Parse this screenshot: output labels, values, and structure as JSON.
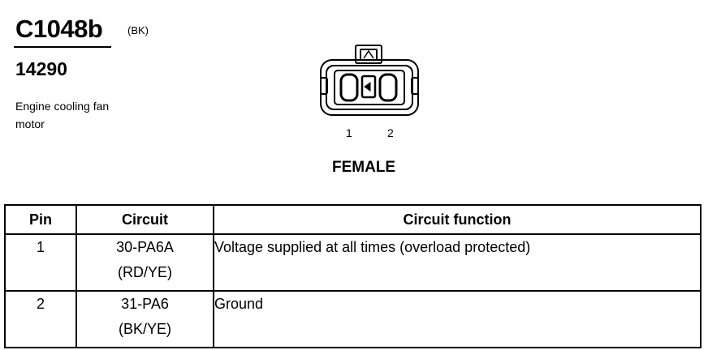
{
  "header": {
    "connector_id": "C1048b",
    "color_code": "(BK)",
    "part_number": "14290",
    "description": "Engine cooling fan motor"
  },
  "connector": {
    "pin_labels": [
      "1",
      "2"
    ],
    "gender": "FEMALE"
  },
  "table": {
    "headers": {
      "pin": "Pin",
      "circuit": "Circuit",
      "function": "Circuit function"
    },
    "rows": [
      {
        "pin": "1",
        "circuit": "30-PA6A",
        "wire_color": "(RD/YE)",
        "function": "Voltage supplied at all times (overload protected)"
      },
      {
        "pin": "2",
        "circuit": "31-PA6",
        "wire_color": "(BK/YE)",
        "function": "Ground"
      }
    ]
  }
}
